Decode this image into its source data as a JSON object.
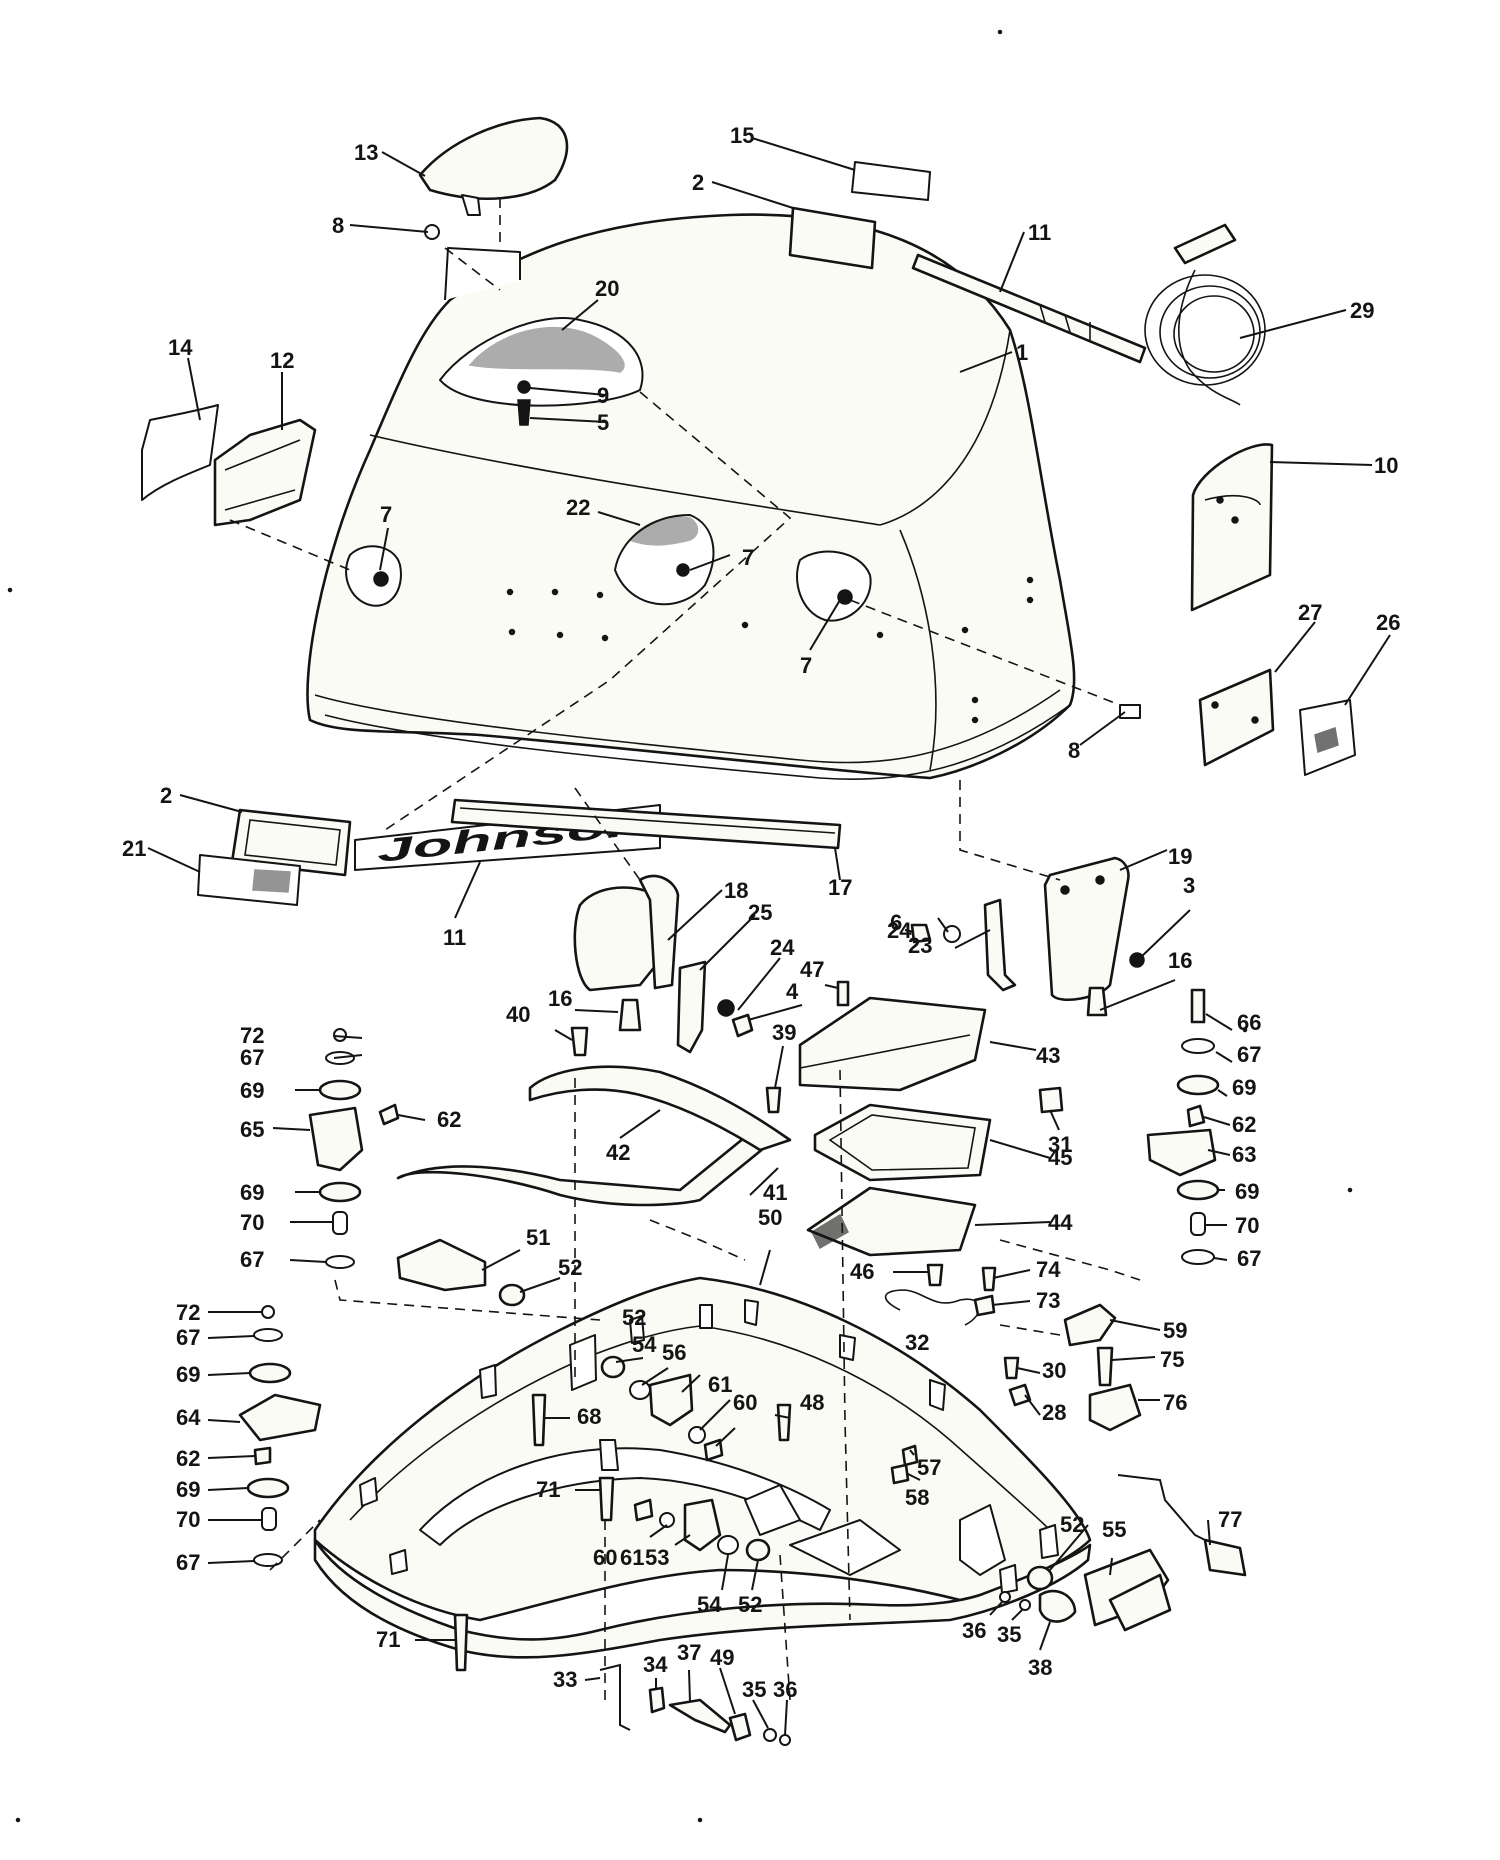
{
  "callouts": [
    "1",
    "2",
    "3",
    "4",
    "5",
    "6",
    "7",
    "8",
    "9",
    "10",
    "11",
    "12",
    "13",
    "14",
    "15",
    "16",
    "17",
    "18",
    "19",
    "20",
    "21",
    "22",
    "23",
    "24",
    "25",
    "26",
    "27",
    "28",
    "29",
    "30",
    "31",
    "32",
    "33",
    "34",
    "35",
    "36",
    "37",
    "38",
    "39",
    "40",
    "41",
    "42",
    "43",
    "44",
    "45",
    "46",
    "47",
    "48",
    "49",
    "50",
    "51",
    "52",
    "53",
    "54",
    "55",
    "56",
    "57",
    "58",
    "59",
    "60",
    "61",
    "62",
    "63",
    "64",
    "65",
    "66",
    "67",
    "68",
    "69",
    "70",
    "71",
    "72",
    "73",
    "74",
    "75",
    "76",
    "77"
  ],
  "decal_brand_text": "Johnson"
}
